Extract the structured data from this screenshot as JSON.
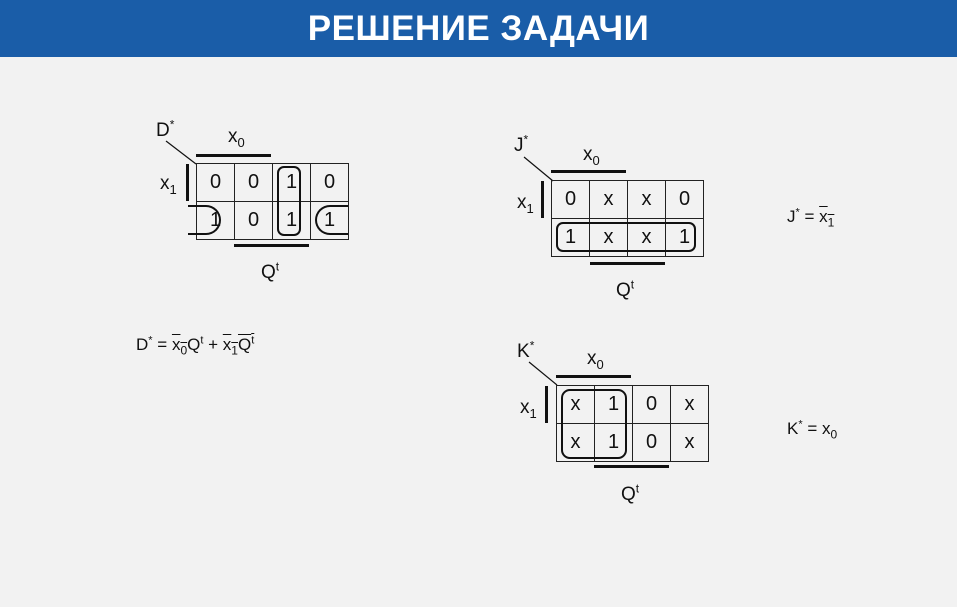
{
  "title": "РЕШЕНИЕ ЗАДАЧИ",
  "colors": {
    "header_bg": "#1a5da8",
    "header_text": "#ffffff",
    "background": "#f2f2f2"
  },
  "maps": {
    "d": {
      "name": "D",
      "star": "*",
      "col_var": "x",
      "col_sub": "0",
      "row_var": "x",
      "row_sub": "1",
      "bottom_var": "Q",
      "bottom_sup": "t",
      "cells": [
        [
          "0",
          "0",
          "1",
          "0"
        ],
        [
          "1",
          "0",
          "1",
          "1"
        ]
      ]
    },
    "j": {
      "name": "J",
      "star": "*",
      "col_var": "x",
      "col_sub": "0",
      "row_var": "x",
      "row_sub": "1",
      "bottom_var": "Q",
      "bottom_sup": "t",
      "cells": [
        [
          "0",
          "x",
          "x",
          "0"
        ],
        [
          "1",
          "x",
          "x",
          "1"
        ]
      ]
    },
    "k": {
      "name": "K",
      "star": "*",
      "col_var": "x",
      "col_sub": "0",
      "row_var": "x",
      "row_sub": "1",
      "bottom_var": "Q",
      "bottom_sup": "t",
      "cells": [
        [
          "x",
          "1",
          "0",
          "x"
        ],
        [
          "x",
          "1",
          "0",
          "x"
        ]
      ]
    }
  },
  "formulas": {
    "d": {
      "lhs": "D",
      "star": "*",
      "eq": " = ",
      "t1_var": "x",
      "t1_sub": "0",
      "t1_q": "Q",
      "t1_sup": "t",
      "plus": " + ",
      "t2_var": "x",
      "t2_sub": "1",
      "t2_q": "Q",
      "t2_sup": "t"
    },
    "j": {
      "lhs": "J",
      "star": "*",
      "eq": " = ",
      "var": "x",
      "sub": "1"
    },
    "k": {
      "lhs": "K",
      "star": "*",
      "eq": " = ",
      "var": "x",
      "sub": "0"
    }
  }
}
